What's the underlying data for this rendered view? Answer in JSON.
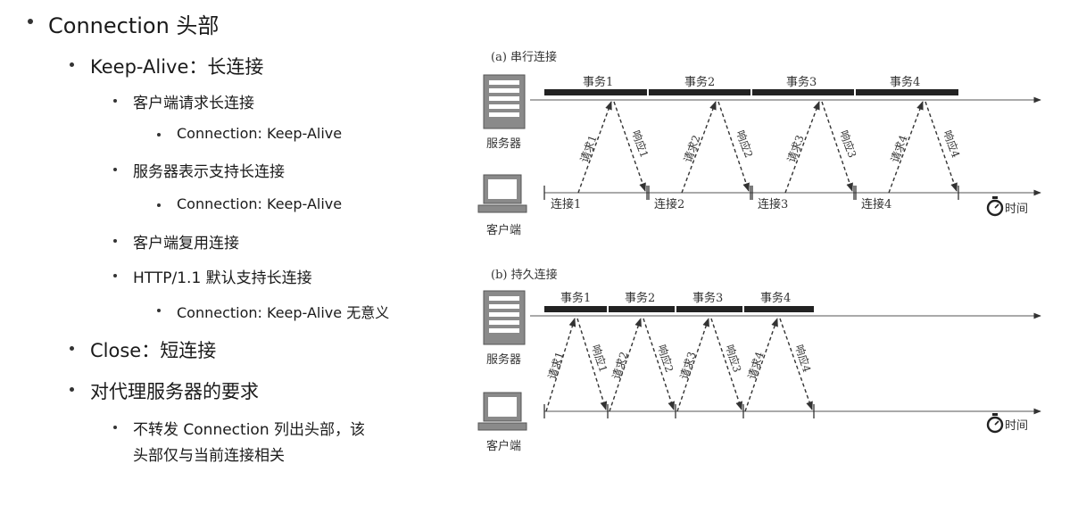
{
  "bullets": {
    "connection_header": "Connection 头部",
    "keep_alive": "Keep-Alive：长连接",
    "client_request_keep_alive": "客户端请求长连接",
    "conn_header_1": "Connection: Keep-Alive",
    "server_keep_alive": "服务器表示支持长连接",
    "conn_header_2": "Connection: Keep-Alive",
    "client_reuse": "客户端复用连接",
    "http11_default": "HTTP/1.1 默认支持长连接",
    "conn_header_3": "Connection: Keep-Alive 无意义",
    "close": "Close：短连接",
    "proxy_requirements": "对代理服务器的要求",
    "no_forward_line1": "不转发 Connection 列出头部，该",
    "no_forward_line2": "头部仅与当前连接相关"
  },
  "diagram": {
    "panel_a": {
      "title": "(a) 串行连接",
      "server_label": "服务器",
      "client_label": "客户端",
      "time_label": "时间",
      "transactions": [
        "事务1",
        "事务2",
        "事务3",
        "事务4"
      ],
      "requests": [
        "请求1",
        "请求2",
        "请求3",
        "请求4"
      ],
      "responses": [
        "响应1",
        "响应2",
        "响应3",
        "响应4"
      ],
      "connections": [
        "连接1",
        "连接2",
        "连接3",
        "连接4"
      ]
    },
    "panel_b": {
      "title": "(b) 持久连接",
      "server_label": "服务器",
      "client_label": "客户端",
      "time_label": "时间",
      "transactions": [
        "事务1",
        "事务2",
        "事务3",
        "事务4"
      ],
      "requests": [
        "请求1",
        "请求2",
        "请求3",
        "请求4"
      ],
      "responses": [
        "响应1",
        "响应2",
        "响应3",
        "响应4"
      ]
    }
  }
}
